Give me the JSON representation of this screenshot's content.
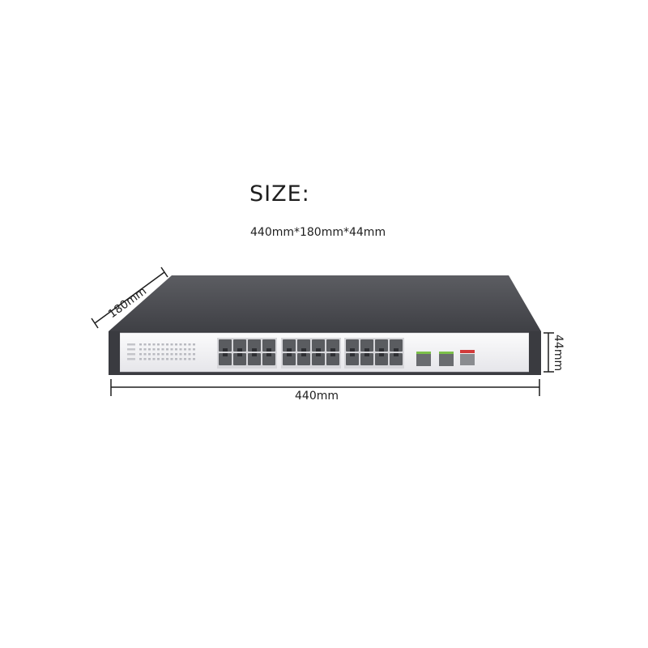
{
  "heading": "SIZE:",
  "dimensions_line": "440mm*180mm*44mm",
  "labels": {
    "depth": "180mm",
    "width": "440mm",
    "height": "44mm"
  },
  "device": {
    "rj45_port_count": 24,
    "sfp_port_count": 2,
    "console_port_count": 1
  },
  "colors": {
    "background": "#ffffff",
    "chassis_top": "#4a4b50",
    "front_panel": "#f2f2f4",
    "port_body": "#5a5c60",
    "sfp_accent": "#7cc04a",
    "console_accent": "#d23b3b"
  }
}
